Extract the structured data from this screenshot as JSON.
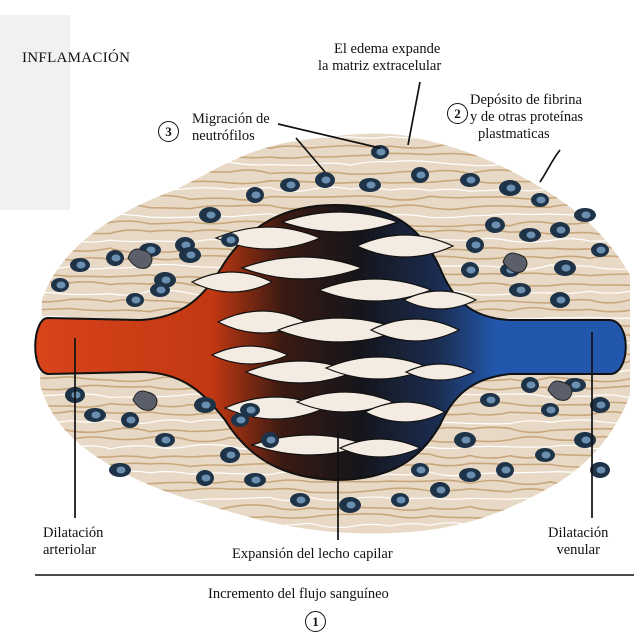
{
  "title": "INFLAMACIÓN",
  "labels": {
    "edema_line1": "El edema expande",
    "edema_line2": "la matriz  extracelular",
    "migration_line1": "Migración de",
    "migration_line2": "neutrófilos",
    "fibrin_line1": "Depósito de fibrina",
    "fibrin_line2": "y de otras proteínas",
    "fibrin_line3": "plastmaticas",
    "arteriolar_line1": "Dilatación",
    "arteriolar_line2": "arteriolar",
    "venular_line1": "Dilatación",
    "venular_line2": "venular",
    "capillary_bed": "Expansión del lecho capilar",
    "blood_flow": "Incremento del flujo sanguíneo"
  },
  "markers": {
    "m1": "1",
    "m2": "2",
    "m3": "3"
  },
  "colors": {
    "tissue": "#e7d9c5",
    "fiber": "#c9a77c",
    "fiber_light": "#ffffff",
    "cell": "#1f3348",
    "nucleus": "#6b8fb0",
    "arteriole": "#d9441b",
    "venule": "#2257ad",
    "dark_center": "#17171d"
  }
}
